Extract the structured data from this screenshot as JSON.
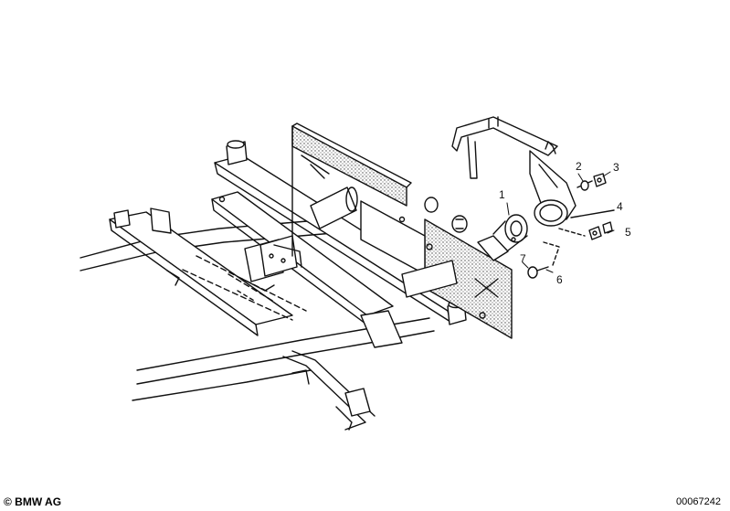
{
  "diagram": {
    "callouts": [
      {
        "id": "c1",
        "label": "1"
      },
      {
        "id": "c2",
        "label": "2"
      },
      {
        "id": "c3",
        "label": "3"
      },
      {
        "id": "c4",
        "label": "4"
      },
      {
        "id": "c5",
        "label": "5"
      },
      {
        "id": "c6",
        "label": "6"
      },
      {
        "id": "c7",
        "label": "7"
      }
    ]
  },
  "footer": {
    "copyright": "© BMW AG",
    "image_number": "00067242"
  },
  "colors": {
    "line": "#111111",
    "background": "#ffffff",
    "stipple": "#555555"
  }
}
